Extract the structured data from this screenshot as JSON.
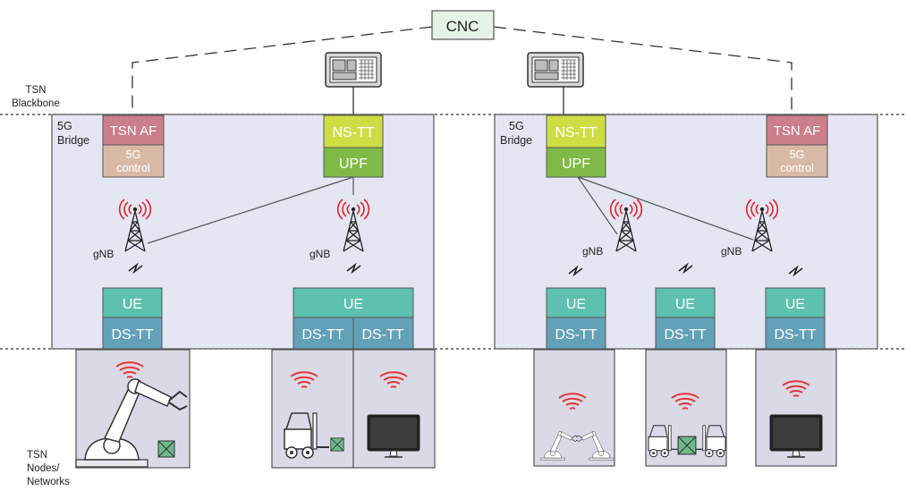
{
  "labels": {
    "cnc": "CNC",
    "tsn_backbone": [
      "TSN",
      "Blackbone"
    ],
    "tsn_nodes": [
      "TSN",
      "Nodes/",
      "Networks"
    ],
    "bridge_5g": [
      "5G",
      "Bridge"
    ],
    "tsn_af": "TSN AF",
    "control_5g": [
      "5G",
      "control"
    ],
    "ns_tt": "NS-TT",
    "upf": "UPF",
    "gnb": "gNB",
    "ue": "UE",
    "ds_tt": "DS-TT"
  },
  "colors": {
    "bridge_fill": "#e5e6f3",
    "cnc_fill": "#e6f2e6",
    "tsn_af_fill": "#cc7e8a",
    "control_fill": "#d8b9a6",
    "ns_tt_fill": "#cfdd45",
    "upf_fill": "#7fba48",
    "ue_fill": "#5ec0af",
    "ds_tt_fill": "#63a1b9",
    "node_fill": "#d9dae6",
    "wifi_red": "#e8333a",
    "antenna_red": "#e41f26"
  },
  "icons": [
    "server-icon",
    "antenna-tower-icon",
    "radio-link-icon",
    "wifi-signal-icon",
    "robot-arm-icon",
    "forklift-icon",
    "monitor-icon",
    "cargo-crate-icon"
  ]
}
